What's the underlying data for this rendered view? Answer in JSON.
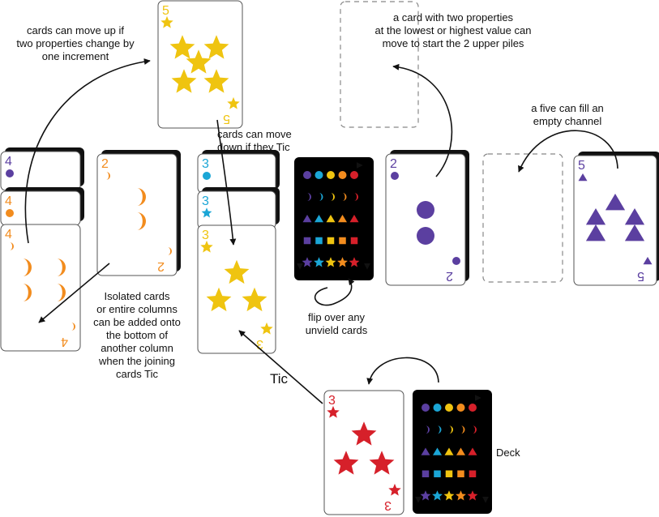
{
  "colors": {
    "purple": "#5b3fa0",
    "orange": "#f28c1e",
    "yellow": "#efc410",
    "cyan": "#1ba6d6",
    "red": "#d6202a",
    "card_border": "#555555",
    "empty_border": "#888888",
    "arrow": "#111111"
  },
  "back_pattern": {
    "colors": [
      "#5b3fa0",
      "#1ba6d6",
      "#efc410",
      "#f28c1e",
      "#d6202a"
    ],
    "shape_rows": [
      "circle",
      "moon",
      "triangle",
      "square",
      "star"
    ]
  },
  "cards": [
    {
      "id": "top-pile",
      "rank": "5",
      "symbol": "star",
      "color": "#efc410",
      "count": 5
    },
    {
      "id": "col1-a",
      "rank": "4",
      "symbol": "circle",
      "color": "#5b3fa0",
      "count": 4,
      "peek": true
    },
    {
      "id": "col1-b",
      "rank": "4",
      "symbol": "circle",
      "color": "#f28c1e",
      "count": 4,
      "peek": true
    },
    {
      "id": "col1-c",
      "rank": "4",
      "symbol": "moon",
      "color": "#f28c1e",
      "count": 4
    },
    {
      "id": "col2",
      "rank": "2",
      "symbol": "moon",
      "color": "#f28c1e",
      "count": 2
    },
    {
      "id": "col3-a",
      "rank": "3",
      "symbol": "circle",
      "color": "#1ba6d6",
      "count": 3,
      "peek": true
    },
    {
      "id": "col3-b",
      "rank": "3",
      "symbol": "star",
      "color": "#1ba6d6",
      "count": 3,
      "peek": true
    },
    {
      "id": "col3-c",
      "rank": "3",
      "symbol": "star",
      "color": "#efc410",
      "count": 3
    },
    {
      "id": "col5",
      "rank": "2",
      "symbol": "circle",
      "color": "#5b3fa0",
      "count": 2
    },
    {
      "id": "col7",
      "rank": "5",
      "symbol": "triangle",
      "color": "#5b3fa0",
      "count": 5
    },
    {
      "id": "waste",
      "rank": "3",
      "symbol": "star",
      "color": "#d6202a",
      "count": 3
    }
  ],
  "notes": {
    "move_up": "cards can move up if\ntwo properties change by\none increment",
    "upper_piles": "a card with two properties\nat the lowest or highest value can\nmove to start the 2 upper piles",
    "move_down": "cards can move\ndown if they Tic",
    "empty_channel": "a five can fill an\nempty channel",
    "isolated": "Isolated cards\nor entire columns\ncan be added onto\nthe bottom of\nanother column\nwhen the joining\ncards Tic",
    "flip": "flip over any\nunvield cards",
    "tic": "Tic",
    "deck": "Deck"
  }
}
